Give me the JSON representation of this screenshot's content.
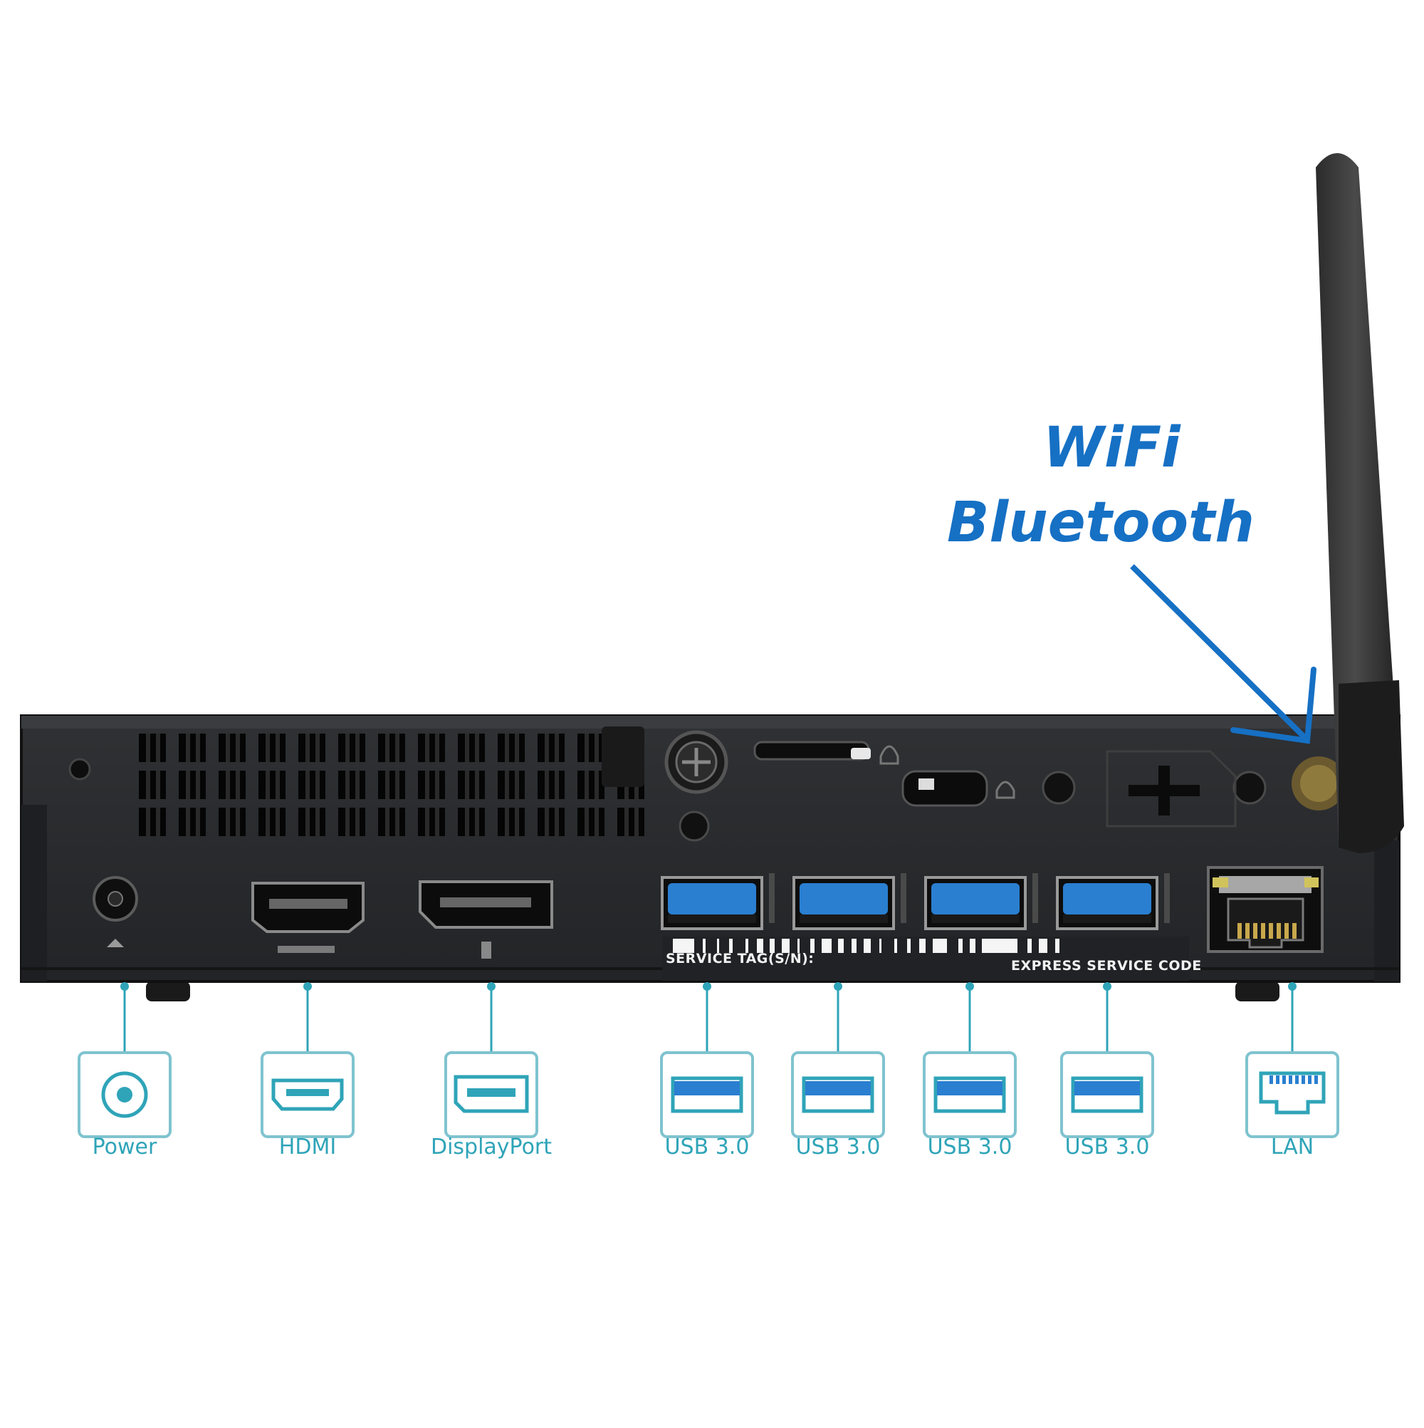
{
  "callout": {
    "lines": [
      "WiFi",
      "Bluetooth"
    ],
    "color": "#1670c4"
  },
  "device": {
    "case_color": "#26282b",
    "service_tag_label": "SERVICE TAG(S/N):",
    "express_service_code_label": "EXPRESS SERVICE CODE"
  },
  "ports": [
    {
      "label": "Power",
      "icon": "power-jack-icon"
    },
    {
      "label": "HDMI",
      "icon": "hdmi-icon"
    },
    {
      "label": "DisplayPort",
      "icon": "displayport-icon"
    },
    {
      "label": "USB 3.0",
      "icon": "usb-icon"
    },
    {
      "label": "USB 3.0",
      "icon": "usb-icon"
    },
    {
      "label": "USB 3.0",
      "icon": "usb-icon"
    },
    {
      "label": "USB 3.0",
      "icon": "usb-icon"
    },
    {
      "label": "LAN",
      "icon": "ethernet-icon"
    }
  ],
  "colors": {
    "usb_blue": "#2a7fd0",
    "diagram_teal": "#2fa4b8",
    "arrow_blue": "#1670c4"
  }
}
